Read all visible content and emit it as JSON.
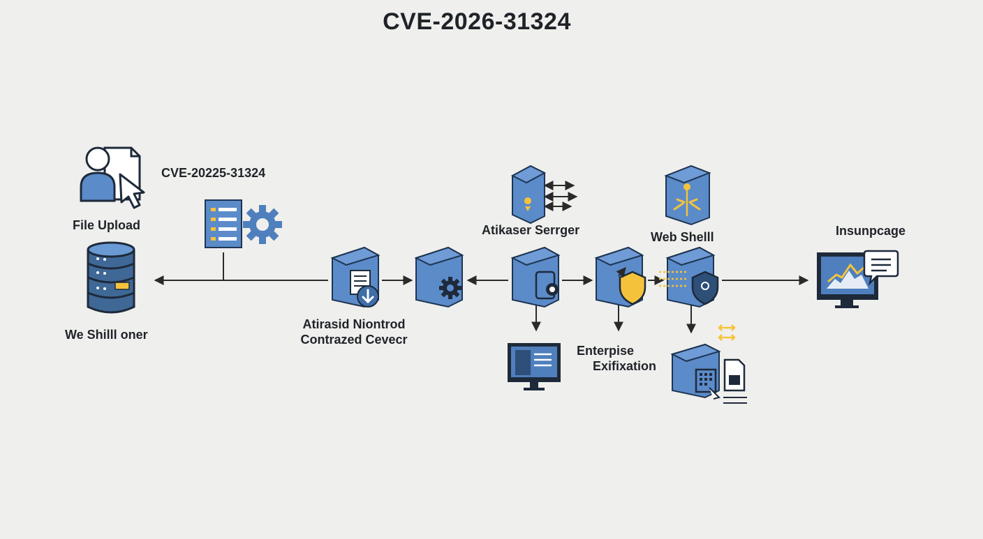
{
  "title": "CVE-2026-31324",
  "labels": {
    "cve_secondary": "CVE-20225-31324",
    "file_upload": "File Upload",
    "we_shill_oner": "We Shilll oner",
    "contrazed_line1": "Atirasid Niontrod",
    "contrazed_line2": "Contrazed Cevecr",
    "atikaser_serger": "Atikaser Serrger",
    "web_shell": "Web Shelll",
    "enterprise_line1": "Enterpise",
    "enterprise_line2": "Exifixation",
    "insunpcage": "Insunpcage"
  },
  "colors": {
    "background": "#efefed",
    "node_blue": "#5b8bc9",
    "node_dark": "#1e3552",
    "accent_yellow": "#f5c33b",
    "line": "#2a2a2a"
  }
}
